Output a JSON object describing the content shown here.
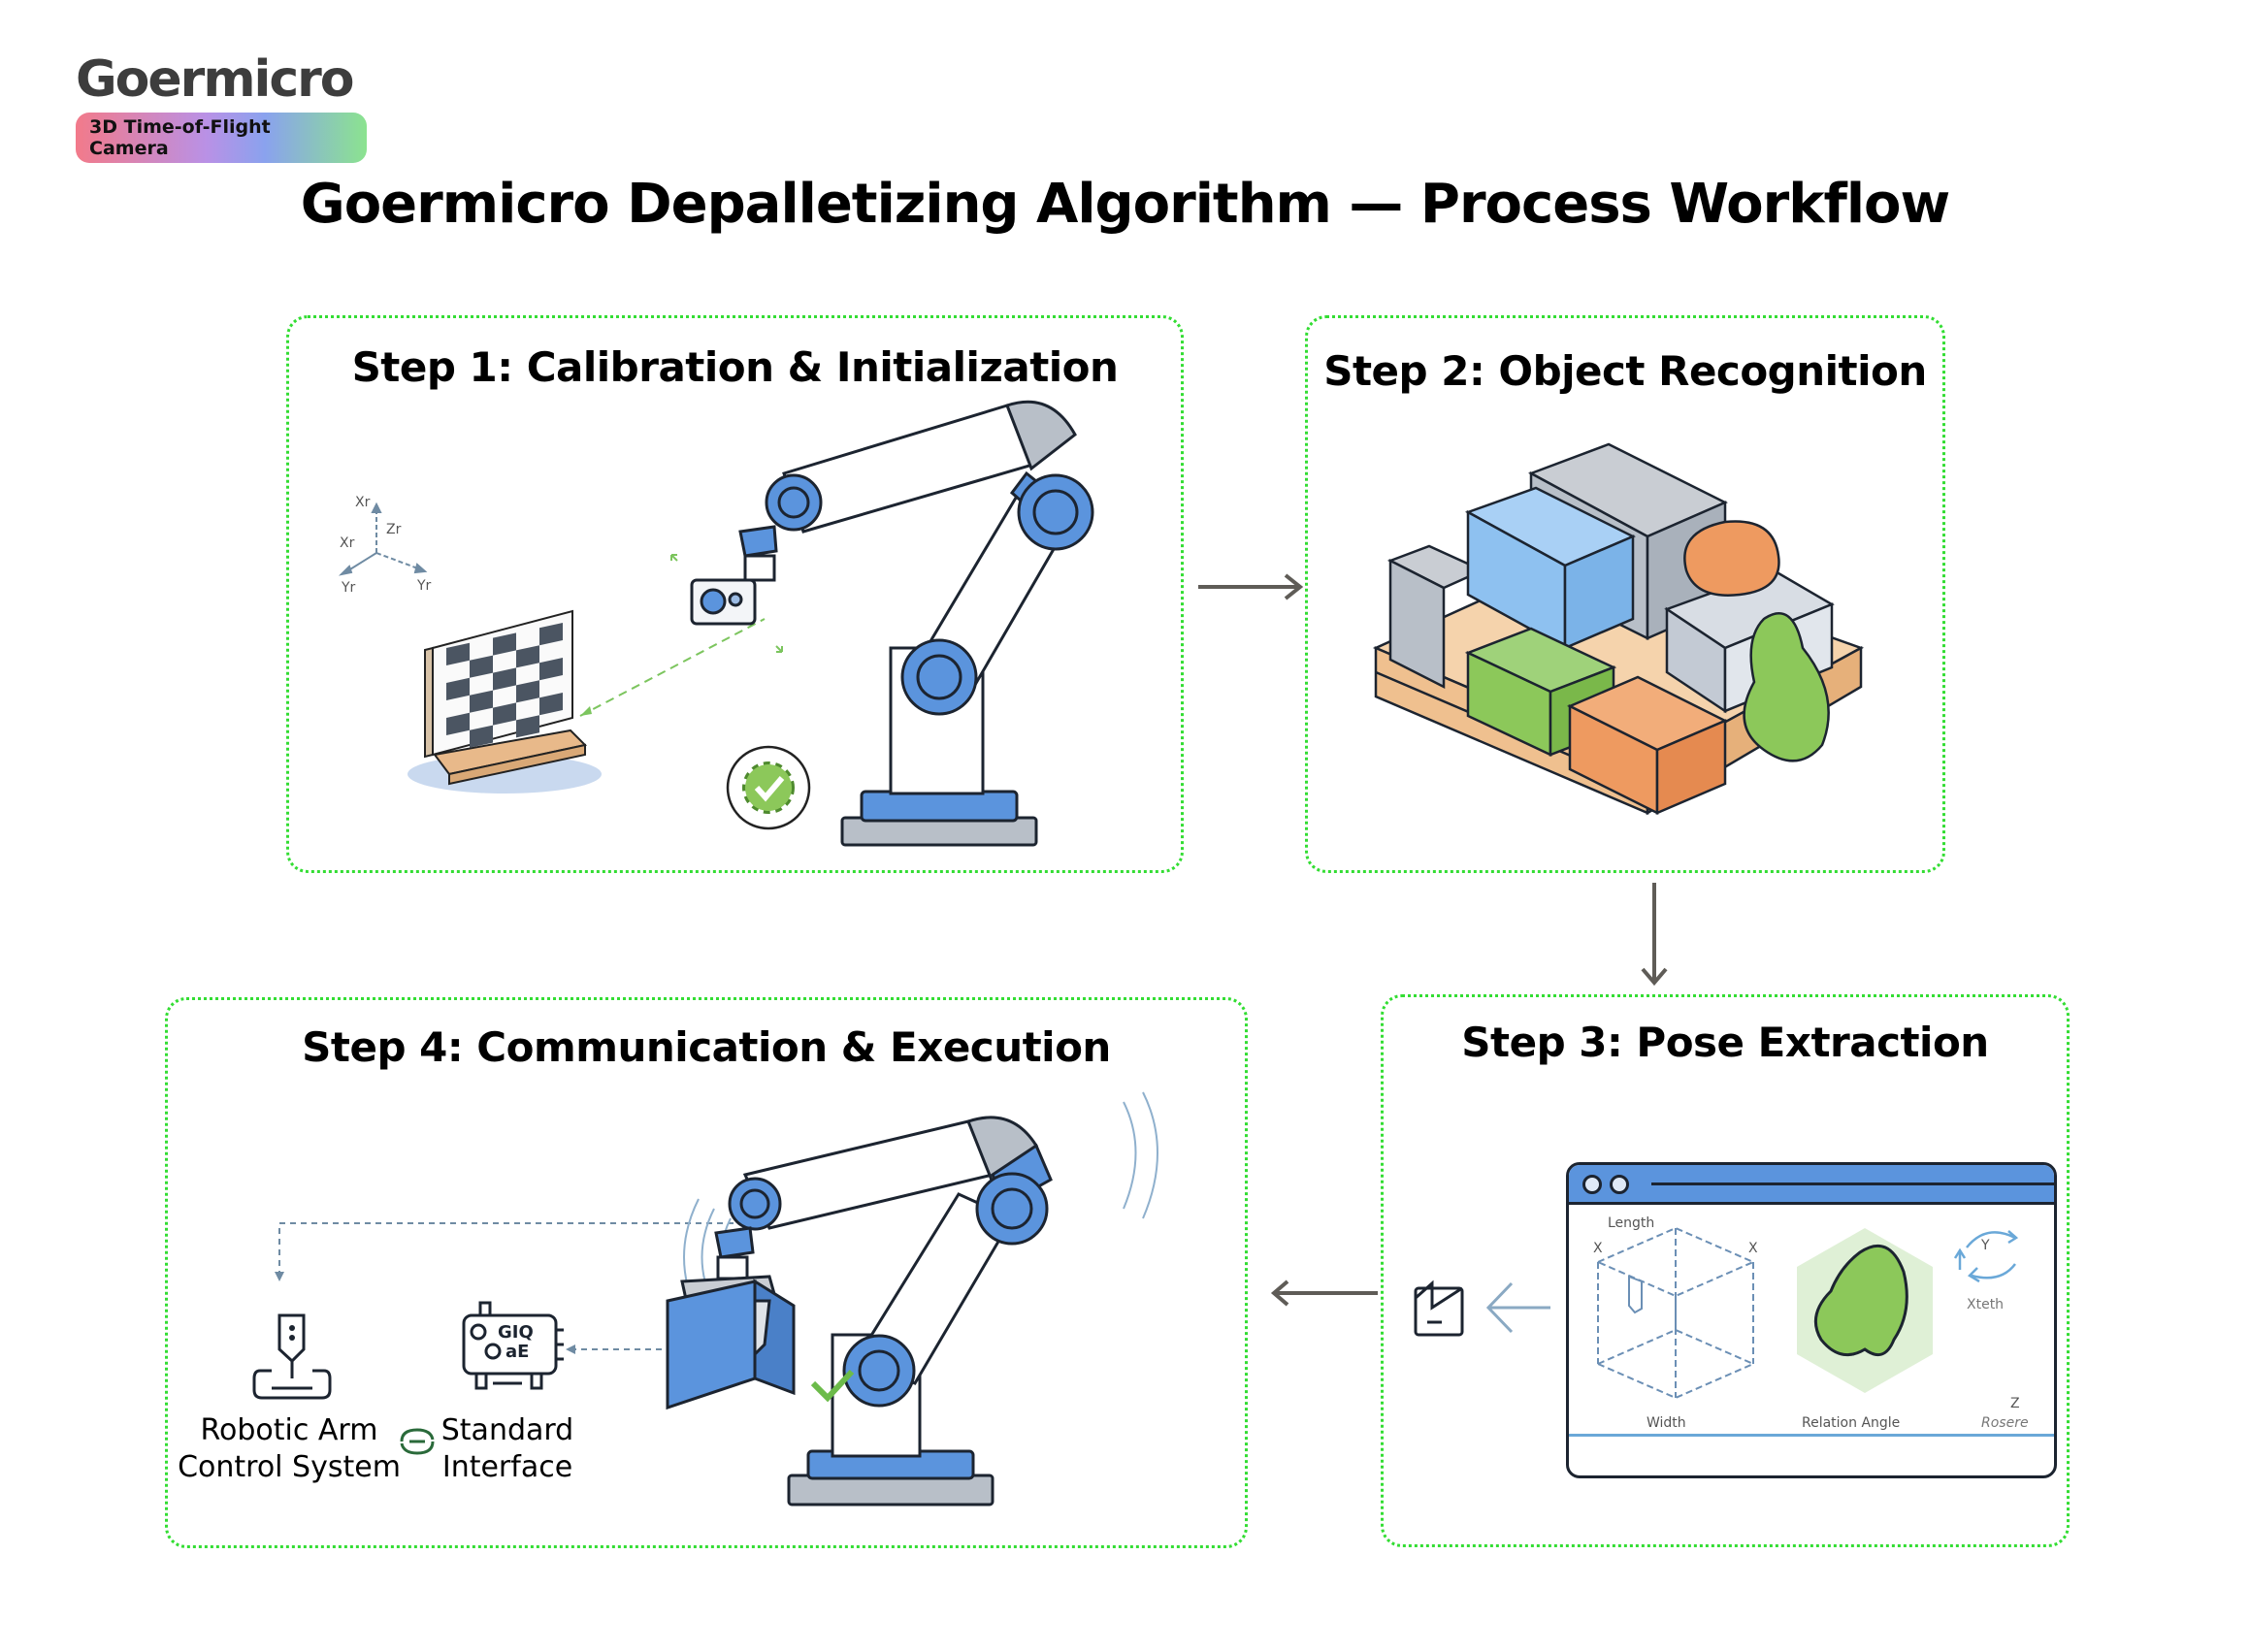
{
  "brand": {
    "logo_text": "Goermicro",
    "badge_text": "3D Time-of-Flight Camera",
    "badge_gradient": [
      "#f27a8a",
      "#b991e6",
      "#8aa2ee",
      "#8be38f"
    ]
  },
  "title": "Goermicro Depalletizing Algorithm — Process Workflow",
  "colors": {
    "box_border": "#33dd33",
    "accent_blue": "#5b94dd",
    "arm_gray": "#b8bfc8",
    "success_green": "#6cbb4a",
    "arrow": "#5f5c57",
    "pallet": "#efc08f",
    "orange": "#ee9a60"
  },
  "steps": [
    {
      "title": "Step 1: Calibration & Initialization",
      "axis_labels": [
        "Xr",
        "Zr",
        "Xr",
        "Yr",
        "Yr"
      ]
    },
    {
      "title": "Step 2: Object Recognition"
    },
    {
      "title": "Step 3: Pose Extraction",
      "window_labels": {
        "length": "Length",
        "x_left": "X",
        "x_right": "X",
        "width": "Width",
        "rotation_angle": "Relation Angle",
        "y": "Y",
        "xteth": "Xteth",
        "z": "Z",
        "rosere": "Rosere"
      }
    },
    {
      "title": "Step 4: Communication & Execution",
      "labels": {
        "robot_control_line1": "Robotic Arm",
        "robot_control_line2": "Control System",
        "interface_line1": "Standard",
        "interface_line2": "Interface"
      }
    }
  ],
  "flow_arrows": [
    {
      "from": "Step 1",
      "to": "Step 2",
      "direction": "right"
    },
    {
      "from": "Step 2",
      "to": "Step 3",
      "direction": "down"
    },
    {
      "from": "Step 3",
      "to": "Step 4",
      "direction": "left"
    }
  ]
}
